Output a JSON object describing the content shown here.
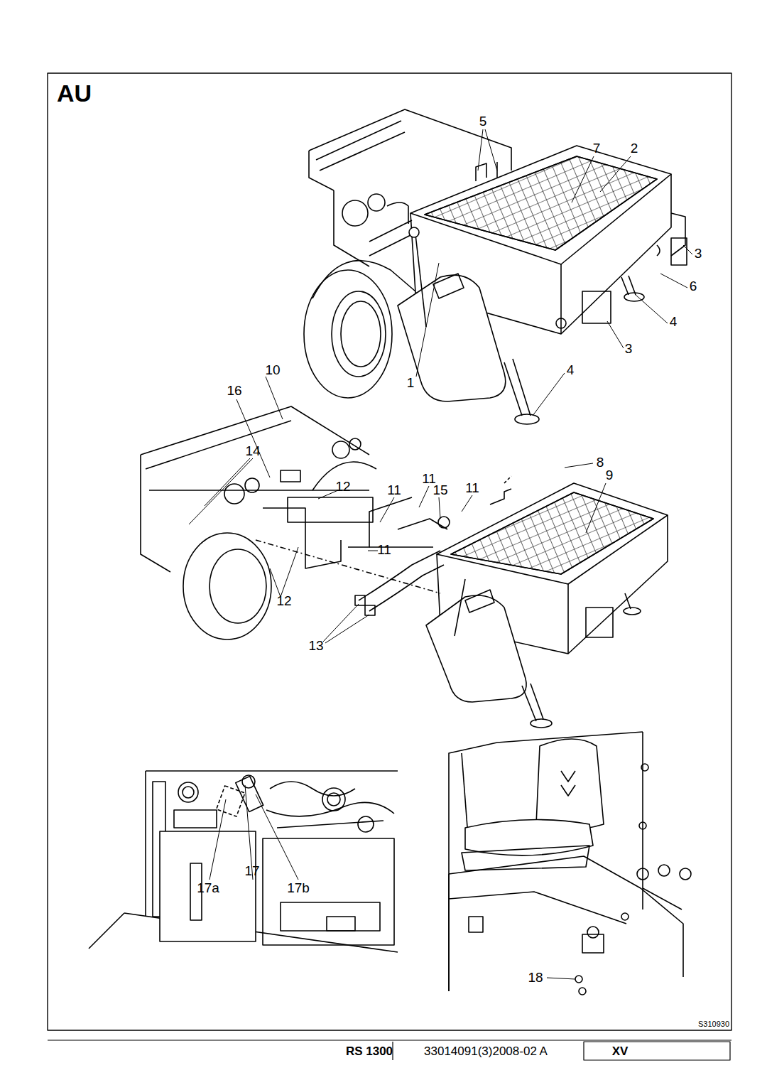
{
  "diagram": {
    "title": "AU",
    "labels": [
      "5",
      "7",
      "2",
      "3",
      "6",
      "4",
      "3",
      "4",
      "1",
      "10",
      "16",
      "14",
      "8",
      "11",
      "9",
      "12",
      "11",
      "15",
      "11",
      "11",
      "12",
      "13",
      "17",
      "17a",
      "17b",
      "18",
      "S310930",
      "RS 1300",
      "33014091(3)2008-02 A",
      "XV"
    ]
  }
}
